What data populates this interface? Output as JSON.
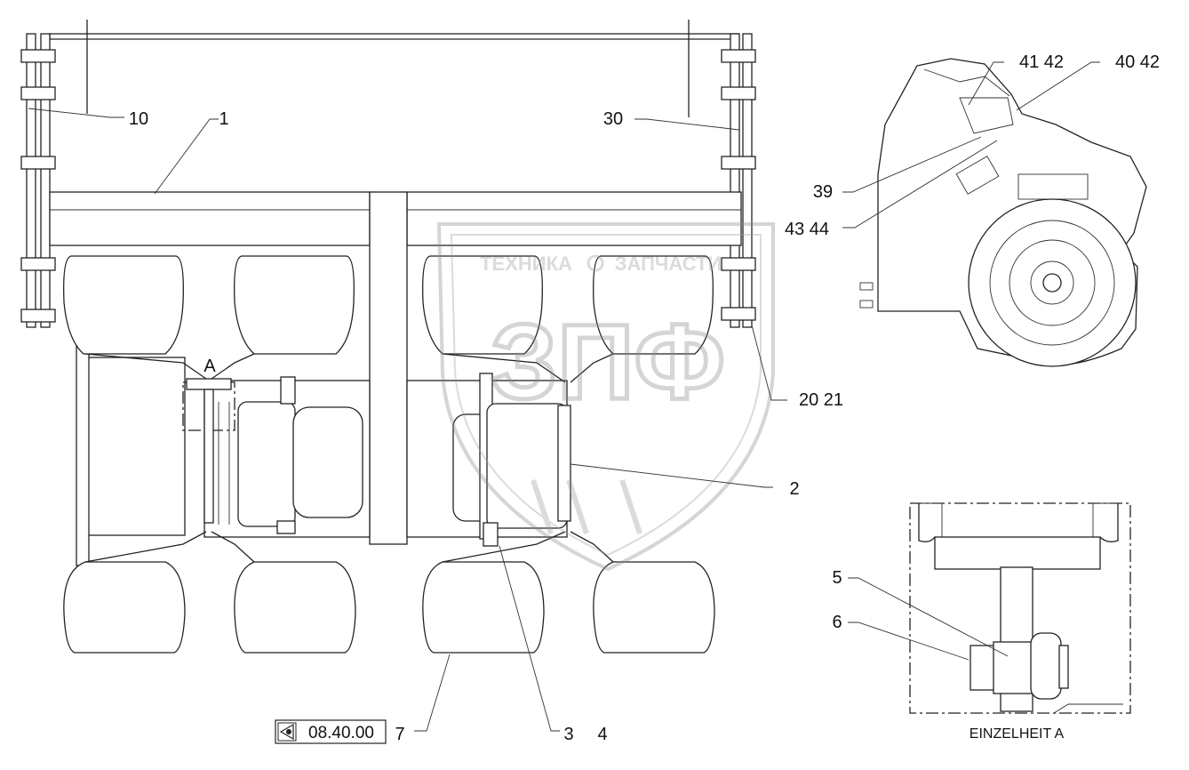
{
  "diagram": {
    "callouts": {
      "c10": "10",
      "c1": "1",
      "c30": "30",
      "c2": "2",
      "c20_21": "20  21",
      "c7": "7",
      "c3": "3",
      "c4": "4",
      "c41_42": "41  42",
      "c40_42": "40  42",
      "c39": "39",
      "c43_44": "43  44",
      "c5": "5",
      "c6": "6"
    },
    "section_marker": "A",
    "reference_code": "08.40.00",
    "detail_caption": "EINZELHEIT A"
  },
  "watermark": {
    "top_left": "ТЕХНИКА",
    "top_right": "ЗАПЧАСТИ",
    "emblem": "ЗПФ"
  }
}
